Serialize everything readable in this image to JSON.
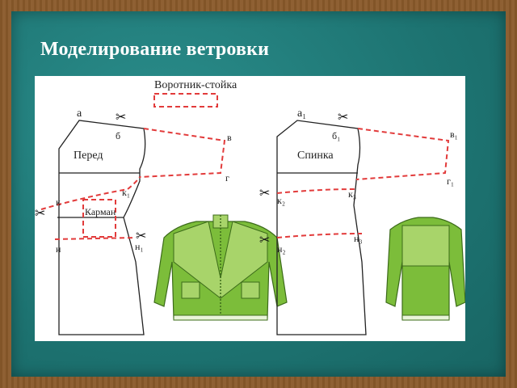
{
  "title": "Моделирование ветровки",
  "labels": {
    "collar": "Воротник-стойка",
    "front": "Перед",
    "back": "Спинка",
    "pocket": "Карман",
    "a": "а",
    "b": "б",
    "v": "в",
    "g": "г",
    "k": "к",
    "k1": "к₁",
    "n": "н",
    "n1": "н₁",
    "a1": "а₁",
    "b1": "б₁",
    "v1": "в₁",
    "g1": "г₁",
    "k2": "к₂",
    "k3": "к₃",
    "n2": "н₂",
    "n3": "н₃"
  },
  "icons": {
    "scissors": "✂"
  },
  "colors": {
    "board": "#1f7a78",
    "cut_line": "#e23b3b",
    "jacket_light": "#a8d46a",
    "jacket_dark": "#7cbd3a"
  }
}
